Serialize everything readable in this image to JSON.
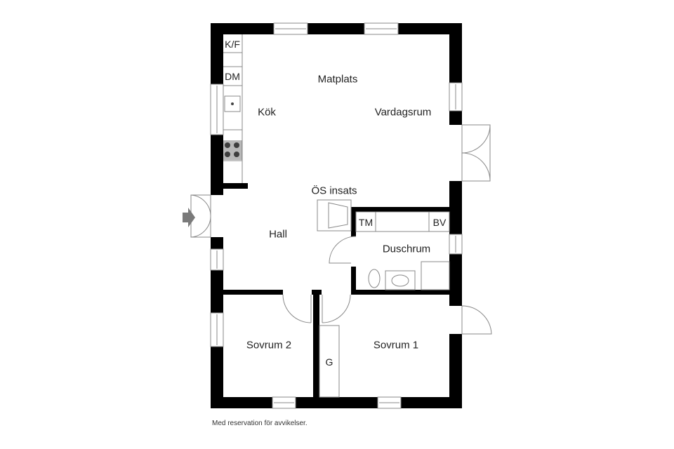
{
  "floorplan": {
    "rooms": {
      "matplats": "Matplats",
      "kok": "Kök",
      "vardagsrum": "Vardagsrum",
      "os_insats": "ÖS insats",
      "hall": "Hall",
      "duschrum": "Duschrum",
      "sovrum2": "Sovrum 2",
      "sovrum1": "Sovrum 1"
    },
    "fixtures": {
      "kf": "K/F",
      "dm": "DM",
      "tm": "TM",
      "bv": "BV",
      "g": "G"
    },
    "colors": {
      "wall": "#000000",
      "line": "#888888",
      "arrow": "#7a7a7a",
      "background": "#ffffff"
    }
  },
  "footer": {
    "disclaimer": "Med reservation för avvikelser."
  }
}
